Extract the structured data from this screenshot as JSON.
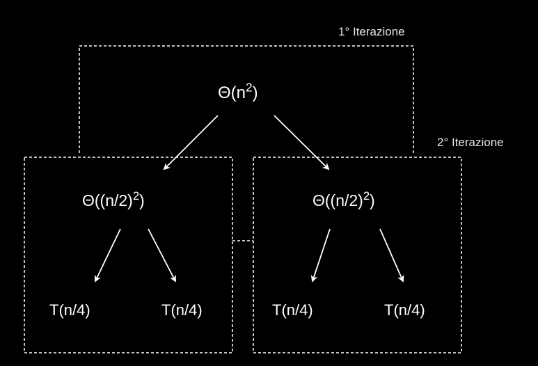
{
  "iterations": {
    "first": "1° Iterazione",
    "second": "2° Iterazione"
  },
  "root": {
    "base": "Θ(n",
    "exp": "2",
    "close": ")"
  },
  "left_child": {
    "base": "Θ((n/2)",
    "exp": "2",
    "close": ")"
  },
  "right_child": {
    "base": "Θ((n/2)",
    "exp": "2",
    "close": ")"
  },
  "leaves": [
    "T(n/4)",
    "T(n/4)",
    "T(n/4)",
    "T(n/4)"
  ],
  "colors": {
    "background": "#000000",
    "foreground": "#ffffff"
  }
}
